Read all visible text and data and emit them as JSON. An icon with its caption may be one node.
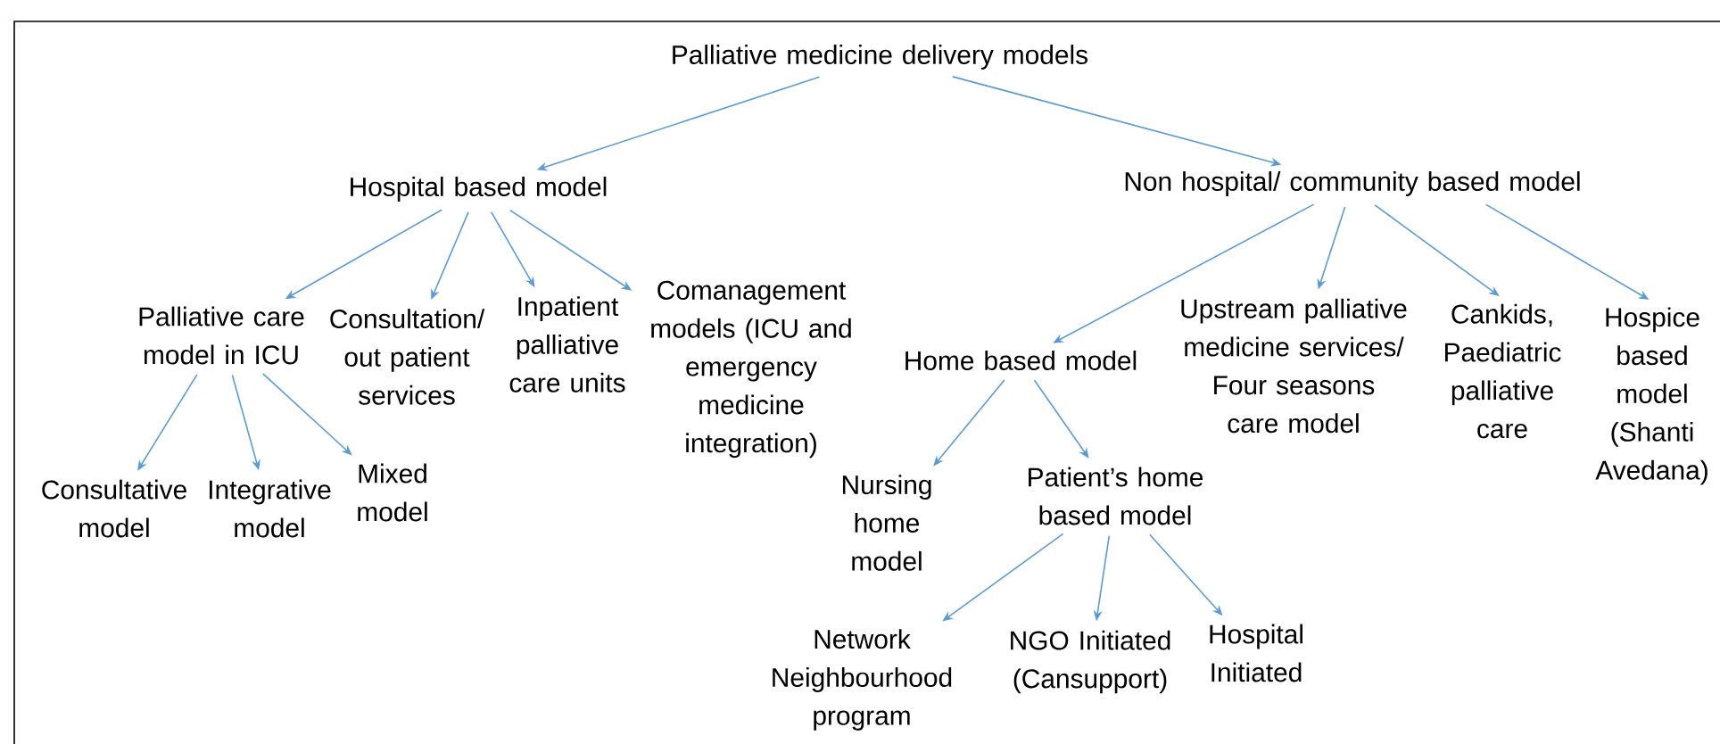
{
  "diagram": {
    "nodes": [
      {
        "text": [
          "Palliative medicine delivery models"
        ]
      },
      {
        "text": [
          "Hospital based model"
        ]
      },
      {
        "text": [
          "Non hospital/ community based model"
        ]
      },
      {
        "text": [
          "Palliative care model in ICU"
        ]
      },
      {
        "text": [
          "Consultation/ out patient services"
        ]
      },
      {
        "text": [
          "Inpatient palliative care units"
        ]
      },
      {
        "text": [
          "Comanagement models (ICU and emergency medicine integration)"
        ]
      },
      {
        "text": [
          "Home based model"
        ]
      },
      {
        "text": [
          "Upstream palliative medicine services/ Four seasons care model"
        ]
      },
      {
        "text": [
          "Cankids, Paediatric palliative care"
        ]
      },
      {
        "text": [
          "Hospice based model (Shanti Avedana)"
        ]
      },
      {
        "text": [
          "Consultative model"
        ]
      },
      {
        "text": [
          "Integrative model"
        ]
      },
      {
        "text": [
          "Mixed model"
        ]
      },
      {
        "text": [
          "Nursing home model"
        ]
      },
      {
        "text": [
          "Patient’s home based model"
        ]
      },
      {
        "text": [
          "Network Neighbourhood program"
        ]
      },
      {
        "text": [
          "NGO Initiated (Cansupport)"
        ]
      },
      {
        "text": [
          "Hospital Initiated"
        ]
      }
    ],
    "edges": [
      {
        "from": 0,
        "to": 1,
        "arrow": "to"
      },
      {
        "from": 0,
        "to": 2,
        "arrow": "to"
      },
      {
        "from": 1,
        "to": 3,
        "arrow": "to"
      },
      {
        "from": 1,
        "to": 4,
        "arrow": "to"
      },
      {
        "from": 1,
        "to": 5,
        "arrow": "to"
      },
      {
        "from": 1,
        "to": 6,
        "arrow": "to"
      },
      {
        "from": 3,
        "to": 11,
        "arrow": "to"
      },
      {
        "from": 3,
        "to": 12,
        "arrow": "to"
      },
      {
        "from": 3,
        "to": 13,
        "arrow": "to"
      },
      {
        "from": 2,
        "to": 7,
        "arrow": "to"
      },
      {
        "from": 2,
        "to": 8,
        "arrow": "to"
      },
      {
        "from": 2,
        "to": 9,
        "arrow": "to"
      },
      {
        "from": 2,
        "to": 10,
        "arrow": "to"
      },
      {
        "from": 7,
        "to": 14,
        "arrow": "to"
      },
      {
        "from": 7,
        "to": 15,
        "arrow": "to"
      },
      {
        "from": 15,
        "to": 16,
        "arrow": "to"
      },
      {
        "from": 15,
        "to": 17,
        "arrow": "to"
      },
      {
        "from": 15,
        "to": 18,
        "arrow": "to"
      }
    ]
  }
}
